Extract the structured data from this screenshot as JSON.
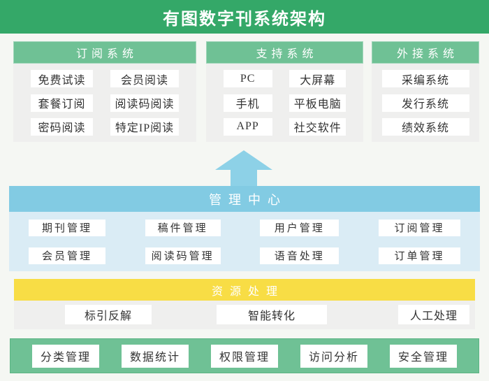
{
  "title": "有图数字刊系统架构",
  "colors": {
    "page_bg": "#f5f7f3",
    "title_bar": "#34a868",
    "section_header": "#6fc195",
    "section_body": "#efefee",
    "blue_bar": "#82cbe3",
    "blue_body": "#daecf5",
    "arrow": "#8dd1e7",
    "yellow_bar": "#f8dd45",
    "bottom_green": "#6fc195",
    "box_bg": "#ffffff",
    "box_text": "#333333"
  },
  "top_sections": [
    {
      "header": "订阅系统",
      "items": [
        "免费试读",
        "会员阅读",
        "套餐订阅",
        "阅读码阅读",
        "密码阅读",
        "特定IP阅读"
      ]
    },
    {
      "header": "支持系统",
      "items": [
        "PC",
        "大屏幕",
        "手机",
        "平板电脑",
        "APP",
        "社交软件"
      ]
    },
    {
      "header": "外接系统",
      "items": [
        "采编系统",
        "发行系统",
        "绩效系统"
      ]
    }
  ],
  "management_center": {
    "header": "管理中心",
    "items": [
      "期刊管理",
      "稿件管理",
      "用户管理",
      "订阅管理",
      "会员管理",
      "阅读码管理",
      "语音处理",
      "订单管理"
    ]
  },
  "resource_processing": {
    "header": "资源处理",
    "items": [
      "标引反解",
      "智能转化",
      "人工处理"
    ]
  },
  "bottom_row": {
    "items": [
      "分类管理",
      "数据统计",
      "权限管理",
      "访问分析",
      "安全管理"
    ]
  }
}
